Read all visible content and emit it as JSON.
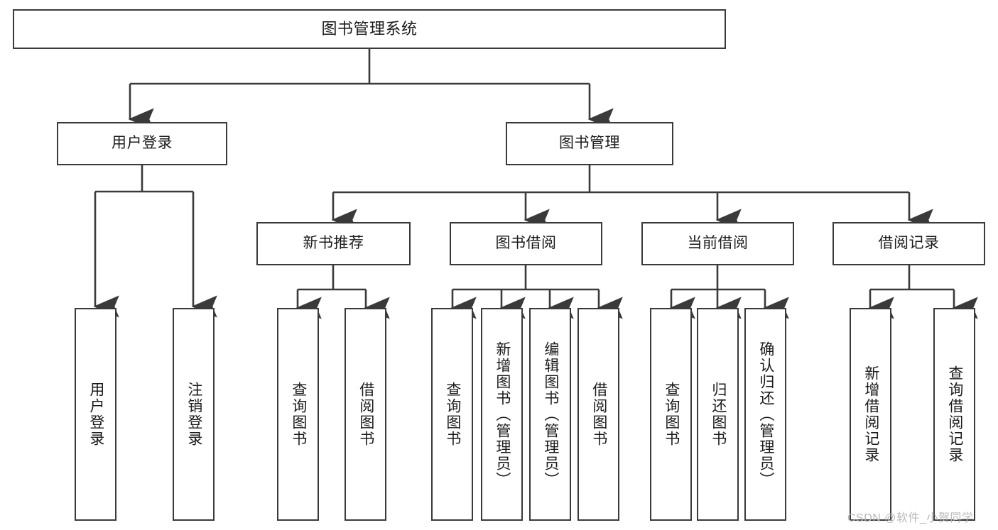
{
  "diagram": {
    "type": "tree-hierarchy",
    "title": "图书管理系统",
    "watermark": "CSDN @软件_小贺同学",
    "colors": {
      "stroke": "#3a3a3a",
      "fill": "#ffffff",
      "text": "#1a1a1a",
      "watermark": "#b9b9b9"
    },
    "levels": {
      "level1": [
        {
          "id": "root",
          "label": "图书管理系统"
        }
      ],
      "level2": [
        {
          "id": "user-login",
          "label": "用户登录"
        },
        {
          "id": "book-manage",
          "label": "图书管理"
        }
      ],
      "level3": [
        {
          "id": "new-book-rec",
          "label": "新书推荐",
          "parent": "book-manage"
        },
        {
          "id": "book-borrow",
          "label": "图书借阅",
          "parent": "book-manage"
        },
        {
          "id": "current-borrow",
          "label": "当前借阅",
          "parent": "book-manage"
        },
        {
          "id": "borrow-record",
          "label": "借阅记录",
          "parent": "book-manage"
        }
      ],
      "leaves": [
        {
          "id": "leaf-user-login",
          "label": "用户登录",
          "parent": "user-login"
        },
        {
          "id": "leaf-logout",
          "label": "注销登录",
          "parent": "user-login"
        },
        {
          "id": "leaf-query-book-1",
          "label": "查询图书",
          "parent": "new-book-rec"
        },
        {
          "id": "leaf-borrow-book-1",
          "label": "借阅图书",
          "parent": "new-book-rec"
        },
        {
          "id": "leaf-query-book-2",
          "label": "查询图书",
          "parent": "book-borrow"
        },
        {
          "id": "leaf-add-book",
          "label": "新增图书（管理员）",
          "parent": "book-borrow"
        },
        {
          "id": "leaf-edit-book",
          "label": "编辑图书（管理员）",
          "parent": "book-borrow"
        },
        {
          "id": "leaf-borrow-book-2",
          "label": "借阅图书",
          "parent": "book-borrow"
        },
        {
          "id": "leaf-query-book-3",
          "label": "查询图书",
          "parent": "current-borrow"
        },
        {
          "id": "leaf-return-book",
          "label": "归还图书",
          "parent": "current-borrow"
        },
        {
          "id": "leaf-confirm-return",
          "label": "确认归还（管理员）",
          "parent": "current-borrow"
        },
        {
          "id": "leaf-add-record",
          "label": "新增借阅记录",
          "parent": "borrow-record"
        },
        {
          "id": "leaf-query-record",
          "label": "查询借阅记录",
          "parent": "borrow-record"
        }
      ]
    }
  }
}
